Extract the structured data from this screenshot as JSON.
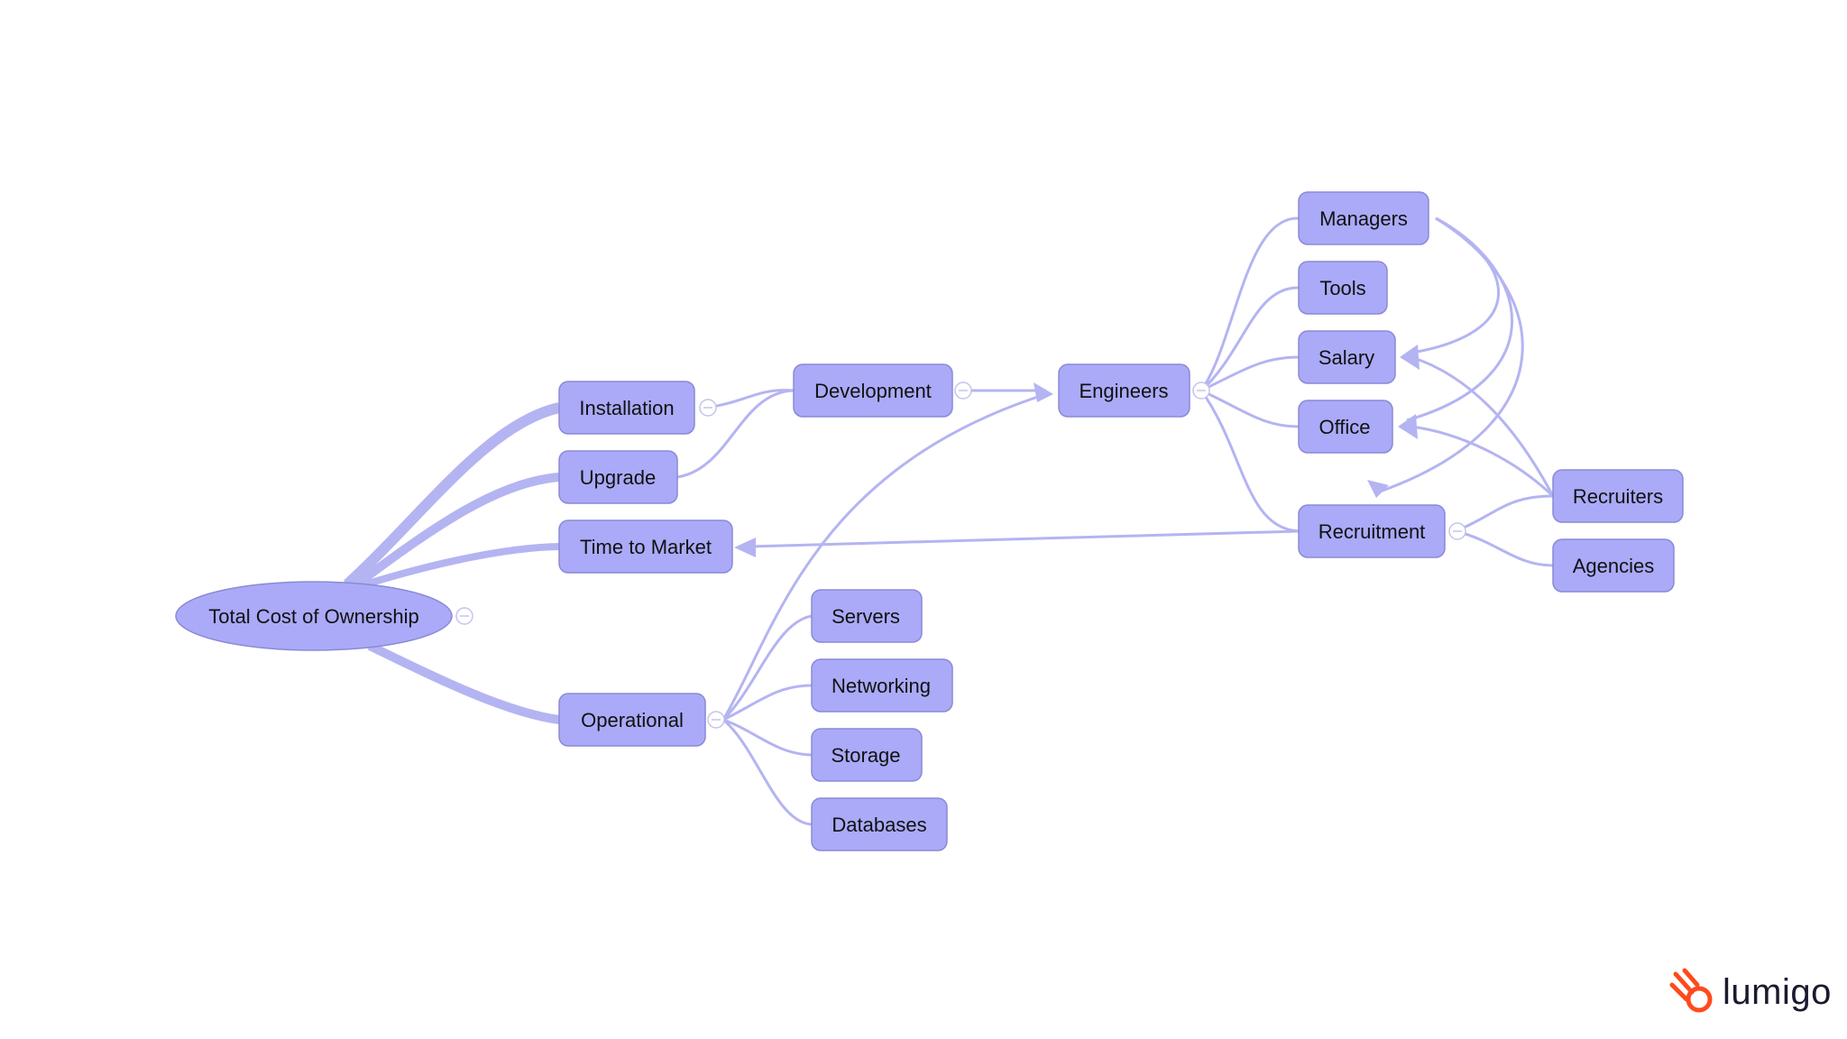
{
  "diagram": {
    "root": {
      "label": "Total Cost of Ownership"
    },
    "nodes": {
      "installation": "Installation",
      "upgrade": "Upgrade",
      "time_to_market": "Time to Market",
      "operational": "Operational",
      "development": "Development",
      "engineers": "Engineers",
      "managers": "Managers",
      "tools": "Tools",
      "salary": "Salary",
      "office": "Office",
      "recruitment": "Recruitment",
      "recruiters": "Recruiters",
      "agencies": "Agencies",
      "servers": "Servers",
      "networking": "Networking",
      "storage": "Storage",
      "databases": "Databases"
    },
    "colors": {
      "node_fill": "#aaaaf8",
      "node_stroke": "#8a8ad6",
      "edge": "#b4b4f2"
    }
  },
  "brand": {
    "name": "lumigo",
    "icon": "lumigo-logo-icon",
    "accent": "#ff4a1c"
  }
}
